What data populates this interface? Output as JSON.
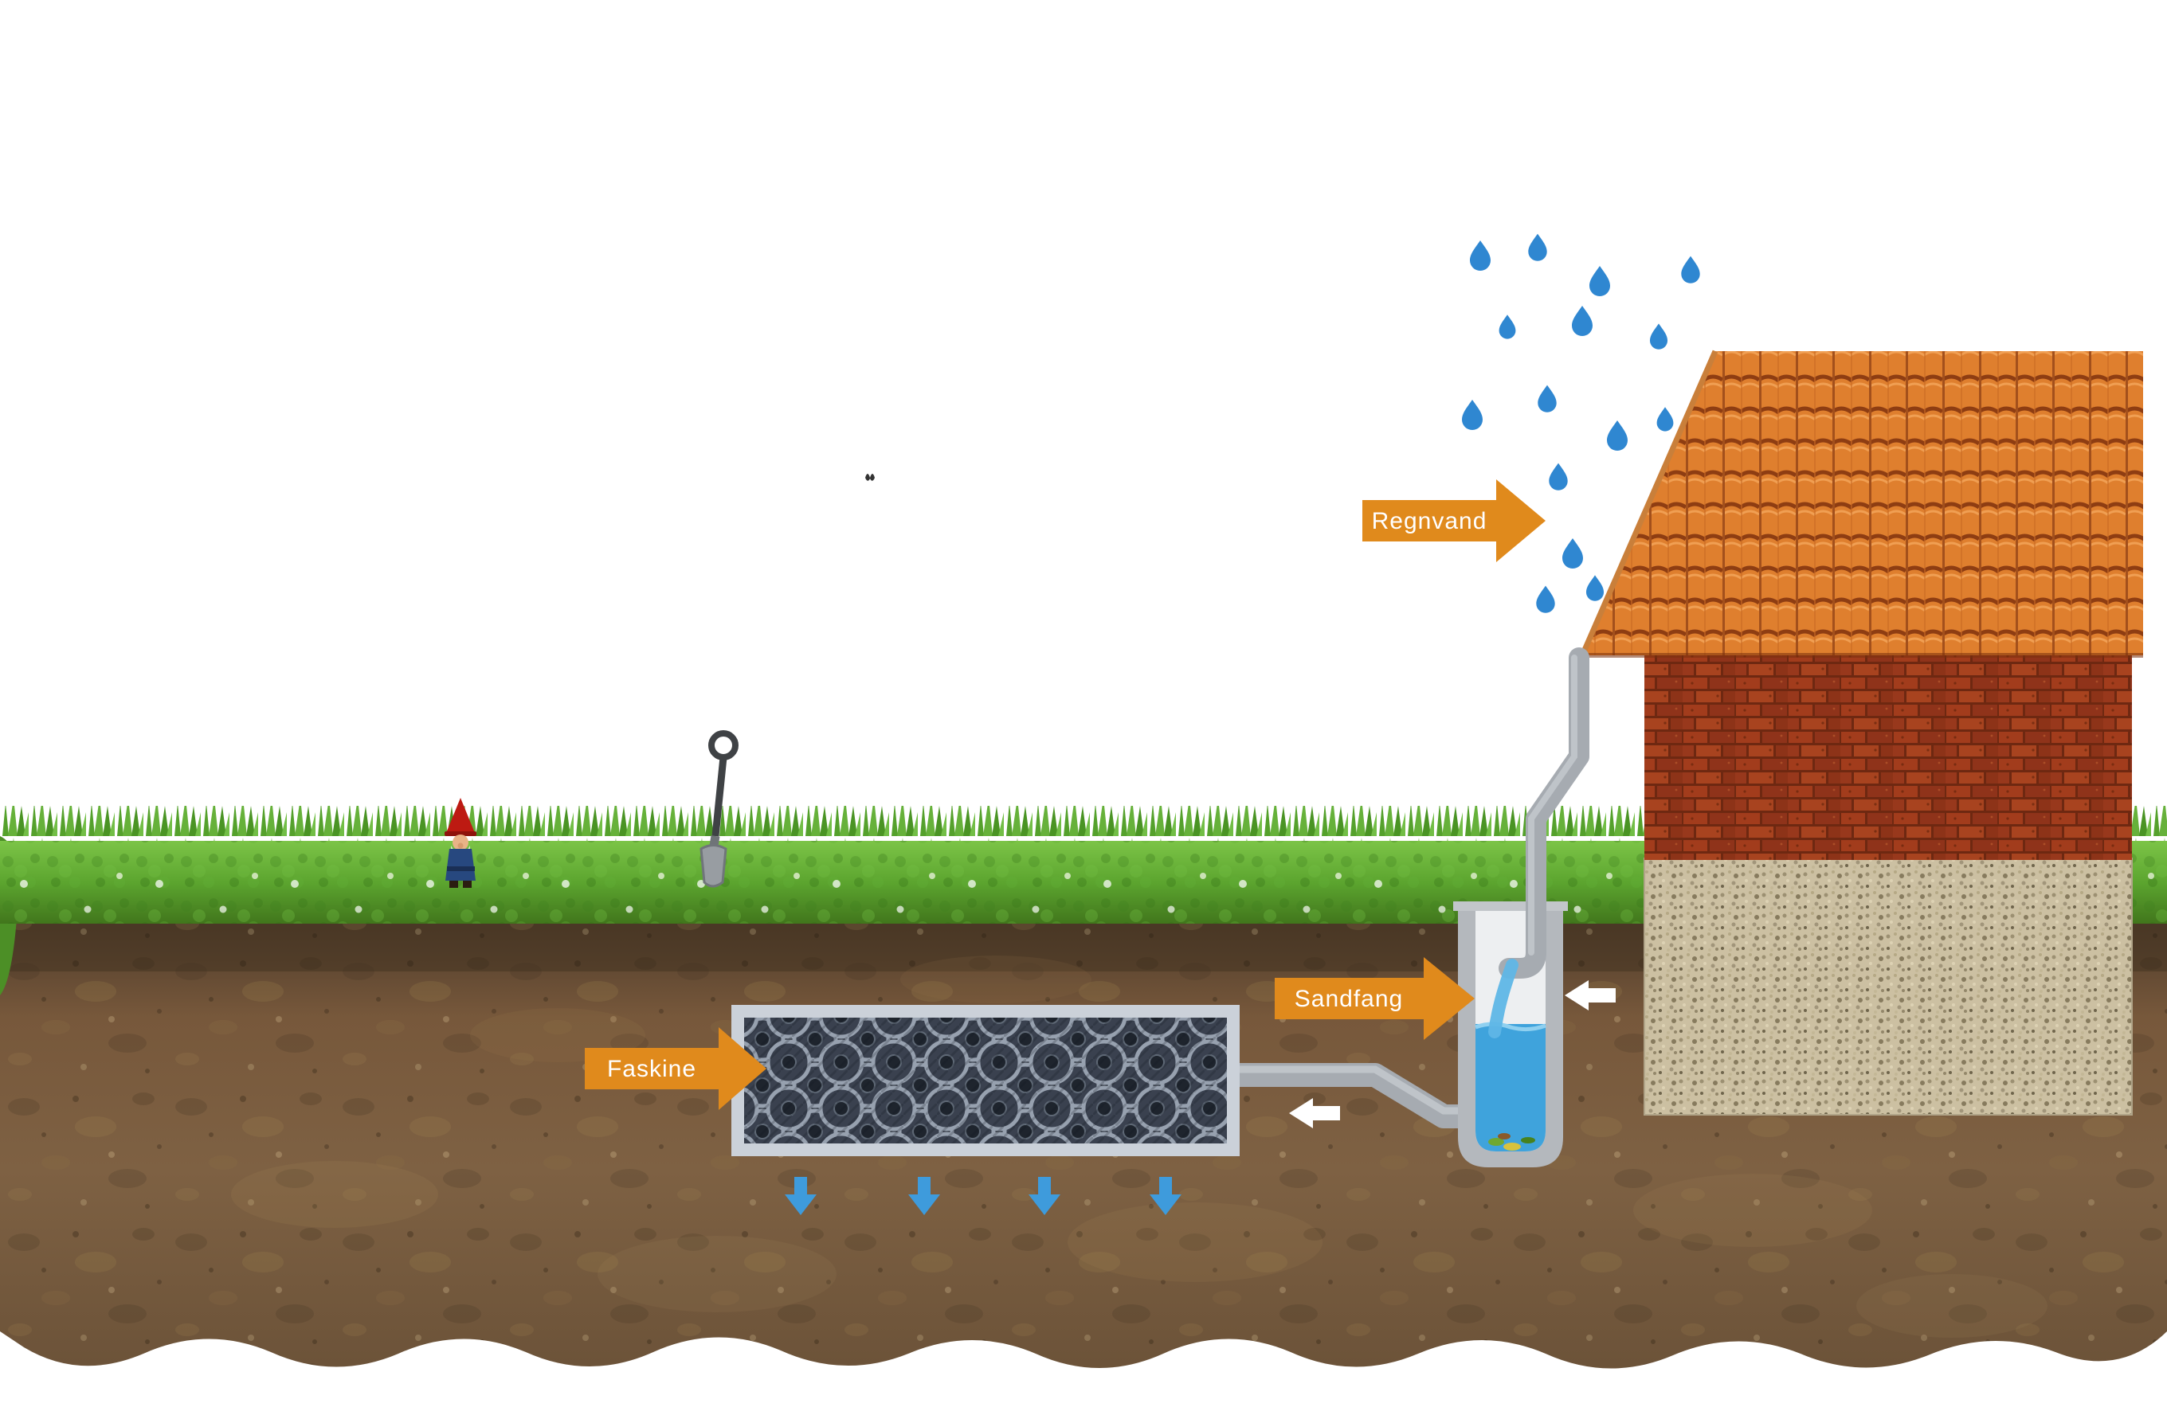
{
  "diagram": {
    "subject": "rainwater-infiltration-system",
    "labels": {
      "regnvand": "Regnvand",
      "sandfang": "Sandfang",
      "faskine": "Faskine"
    },
    "colors": {
      "label_orange": "#E08A1C",
      "water_blue": "#3FA3DC",
      "rain_blue": "#2F87D1",
      "pipe_gray": "#A6ABB1",
      "grass_green": "#5CA62F",
      "soil_brown": "#7B5E41",
      "roof_tile_orange": "#DF7F2E",
      "brick_red": "#A23C1C",
      "foundation_beige": "#CCC0A2",
      "crate_dark": "#262C36",
      "arrow_white": "#FFFFFF"
    },
    "icons": [
      {
        "name": "rain-drop-icon"
      },
      {
        "name": "down-arrow-icon"
      },
      {
        "name": "left-arrow-icon"
      },
      {
        "name": "butterfly-icon"
      }
    ]
  }
}
